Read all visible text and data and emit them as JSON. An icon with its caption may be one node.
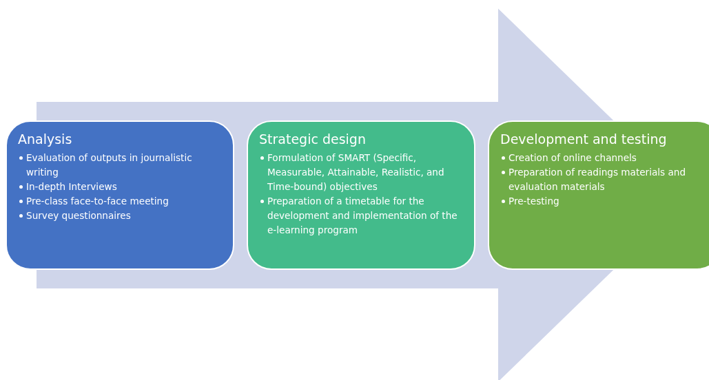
{
  "diagram": {
    "nodes": [
      {
        "text": [
          "Analysis",
          "Evaluation of outputs in journalistic writing",
          "In-depth Interviews",
          "Pre-class face-to-face meeting",
          "Survey questionnaires"
        ]
      },
      {
        "text": [
          "Strategic design",
          "Formulation of SMART (Specific, Measurable, Attainable, Realistic, and Time-bound) objectives",
          "Preparation of a timetable for the development and implementation of the e-learning program"
        ]
      },
      {
        "text": [
          "Development and testing",
          "Creation of online channels",
          "Preparation of readings materials and evaluation materials",
          "Pre-testing"
        ]
      }
    ],
    "edges": [
      {
        "from": 0,
        "to": 2,
        "arrow": "to"
      }
    ]
  }
}
